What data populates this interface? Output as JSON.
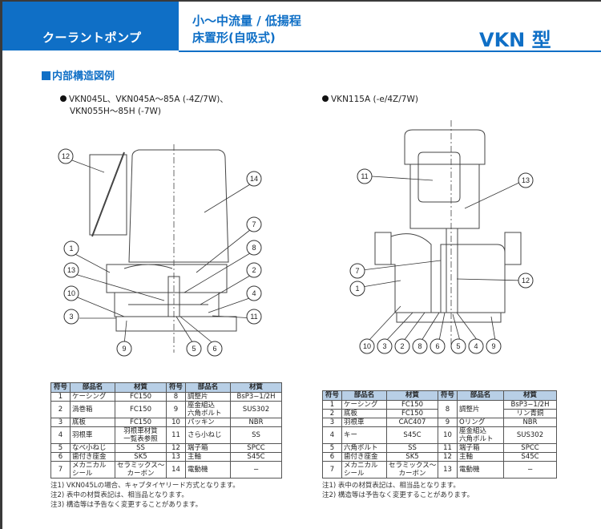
{
  "header": {
    "category": "クーラントポンプ",
    "subtitle_line1": "小〜中流量 / 低揚程",
    "subtitle_line2": "床置形(自吸式)",
    "model": "VKN 型",
    "brand_color": "#0f6fc6"
  },
  "section_title": "内部構造図例",
  "left": {
    "caption_line1": "VKN045L、VKN045A〜85A (-4Z/7W)、",
    "caption_line2": "VKN055H〜85H (-7W)",
    "callouts": [
      "1",
      "2",
      "3",
      "4",
      "5",
      "6",
      "7",
      "8",
      "9",
      "10",
      "11",
      "12",
      "13",
      "14"
    ],
    "table": {
      "headers": [
        "符号",
        "部品名",
        "材質",
        "符号",
        "部品名",
        "材質"
      ],
      "rows": [
        [
          "1",
          "ケーシング",
          "FC150",
          "8",
          "調整片",
          "BsP3−1/2H"
        ],
        [
          "2",
          "渦巻箱",
          "FC150",
          "9",
          "座金組込\n六角ボルト",
          "SUS302"
        ],
        [
          "3",
          "底板",
          "FC150",
          "10",
          "パッキン",
          "NBR"
        ],
        [
          "4",
          "羽根車",
          "羽根車材質\n一覧表参照",
          "11",
          "さら小ねじ",
          "SS"
        ],
        [
          "5",
          "なべ小ねじ",
          "SS",
          "12",
          "端子箱",
          "SPCC"
        ],
        [
          "6",
          "歯付き座金",
          "SK5",
          "13",
          "主軸",
          "S45C"
        ],
        [
          "7",
          "メカニカル\nシール",
          "セラミックス〜\nカーボン",
          "14",
          "電動機",
          "−"
        ]
      ]
    },
    "notes": [
      "注1) VKN045Lの場合、キャプタイヤリード方式となります。",
      "注2) 表中の材質表記は、相当品となります。",
      "注3) 構造等は予告なく変更することがあります。"
    ]
  },
  "right": {
    "caption": "VKN115A (-e/4Z/7W)",
    "callouts": [
      "1",
      "2",
      "3",
      "4",
      "5",
      "6",
      "7",
      "8",
      "9",
      "10",
      "11",
      "12",
      "13"
    ],
    "table": {
      "headers": [
        "符号",
        "部品名",
        "材質",
        "符号",
        "部品名",
        "材質"
      ],
      "rows": [
        [
          "1",
          "ケーシング",
          "FC150",
          "8",
          "調整片",
          "BsP3−1/2H"
        ],
        [
          "2",
          "底板",
          "FC150",
          "",
          "",
          "リン青銅"
        ],
        [
          "3",
          "羽根車",
          "CAC407",
          "9",
          "Oリング",
          "NBR"
        ],
        [
          "4",
          "キー",
          "S45C",
          "10",
          "座金組込\n六角ボルト",
          "SUS302"
        ],
        [
          "5",
          "六角ボルト",
          "SS",
          "11",
          "端子箱",
          "SPCC"
        ],
        [
          "6",
          "歯付き座金",
          "SK5",
          "12",
          "主軸",
          "S45C"
        ],
        [
          "7",
          "メカニカル\nシール",
          "セラミックス〜\nカーボン",
          "13",
          "電動機",
          "−"
        ]
      ]
    },
    "notes": [
      "注1) 表中の材質表記は、相当品となります。",
      "注2) 構造等は予告なく変更することがあります。"
    ]
  }
}
